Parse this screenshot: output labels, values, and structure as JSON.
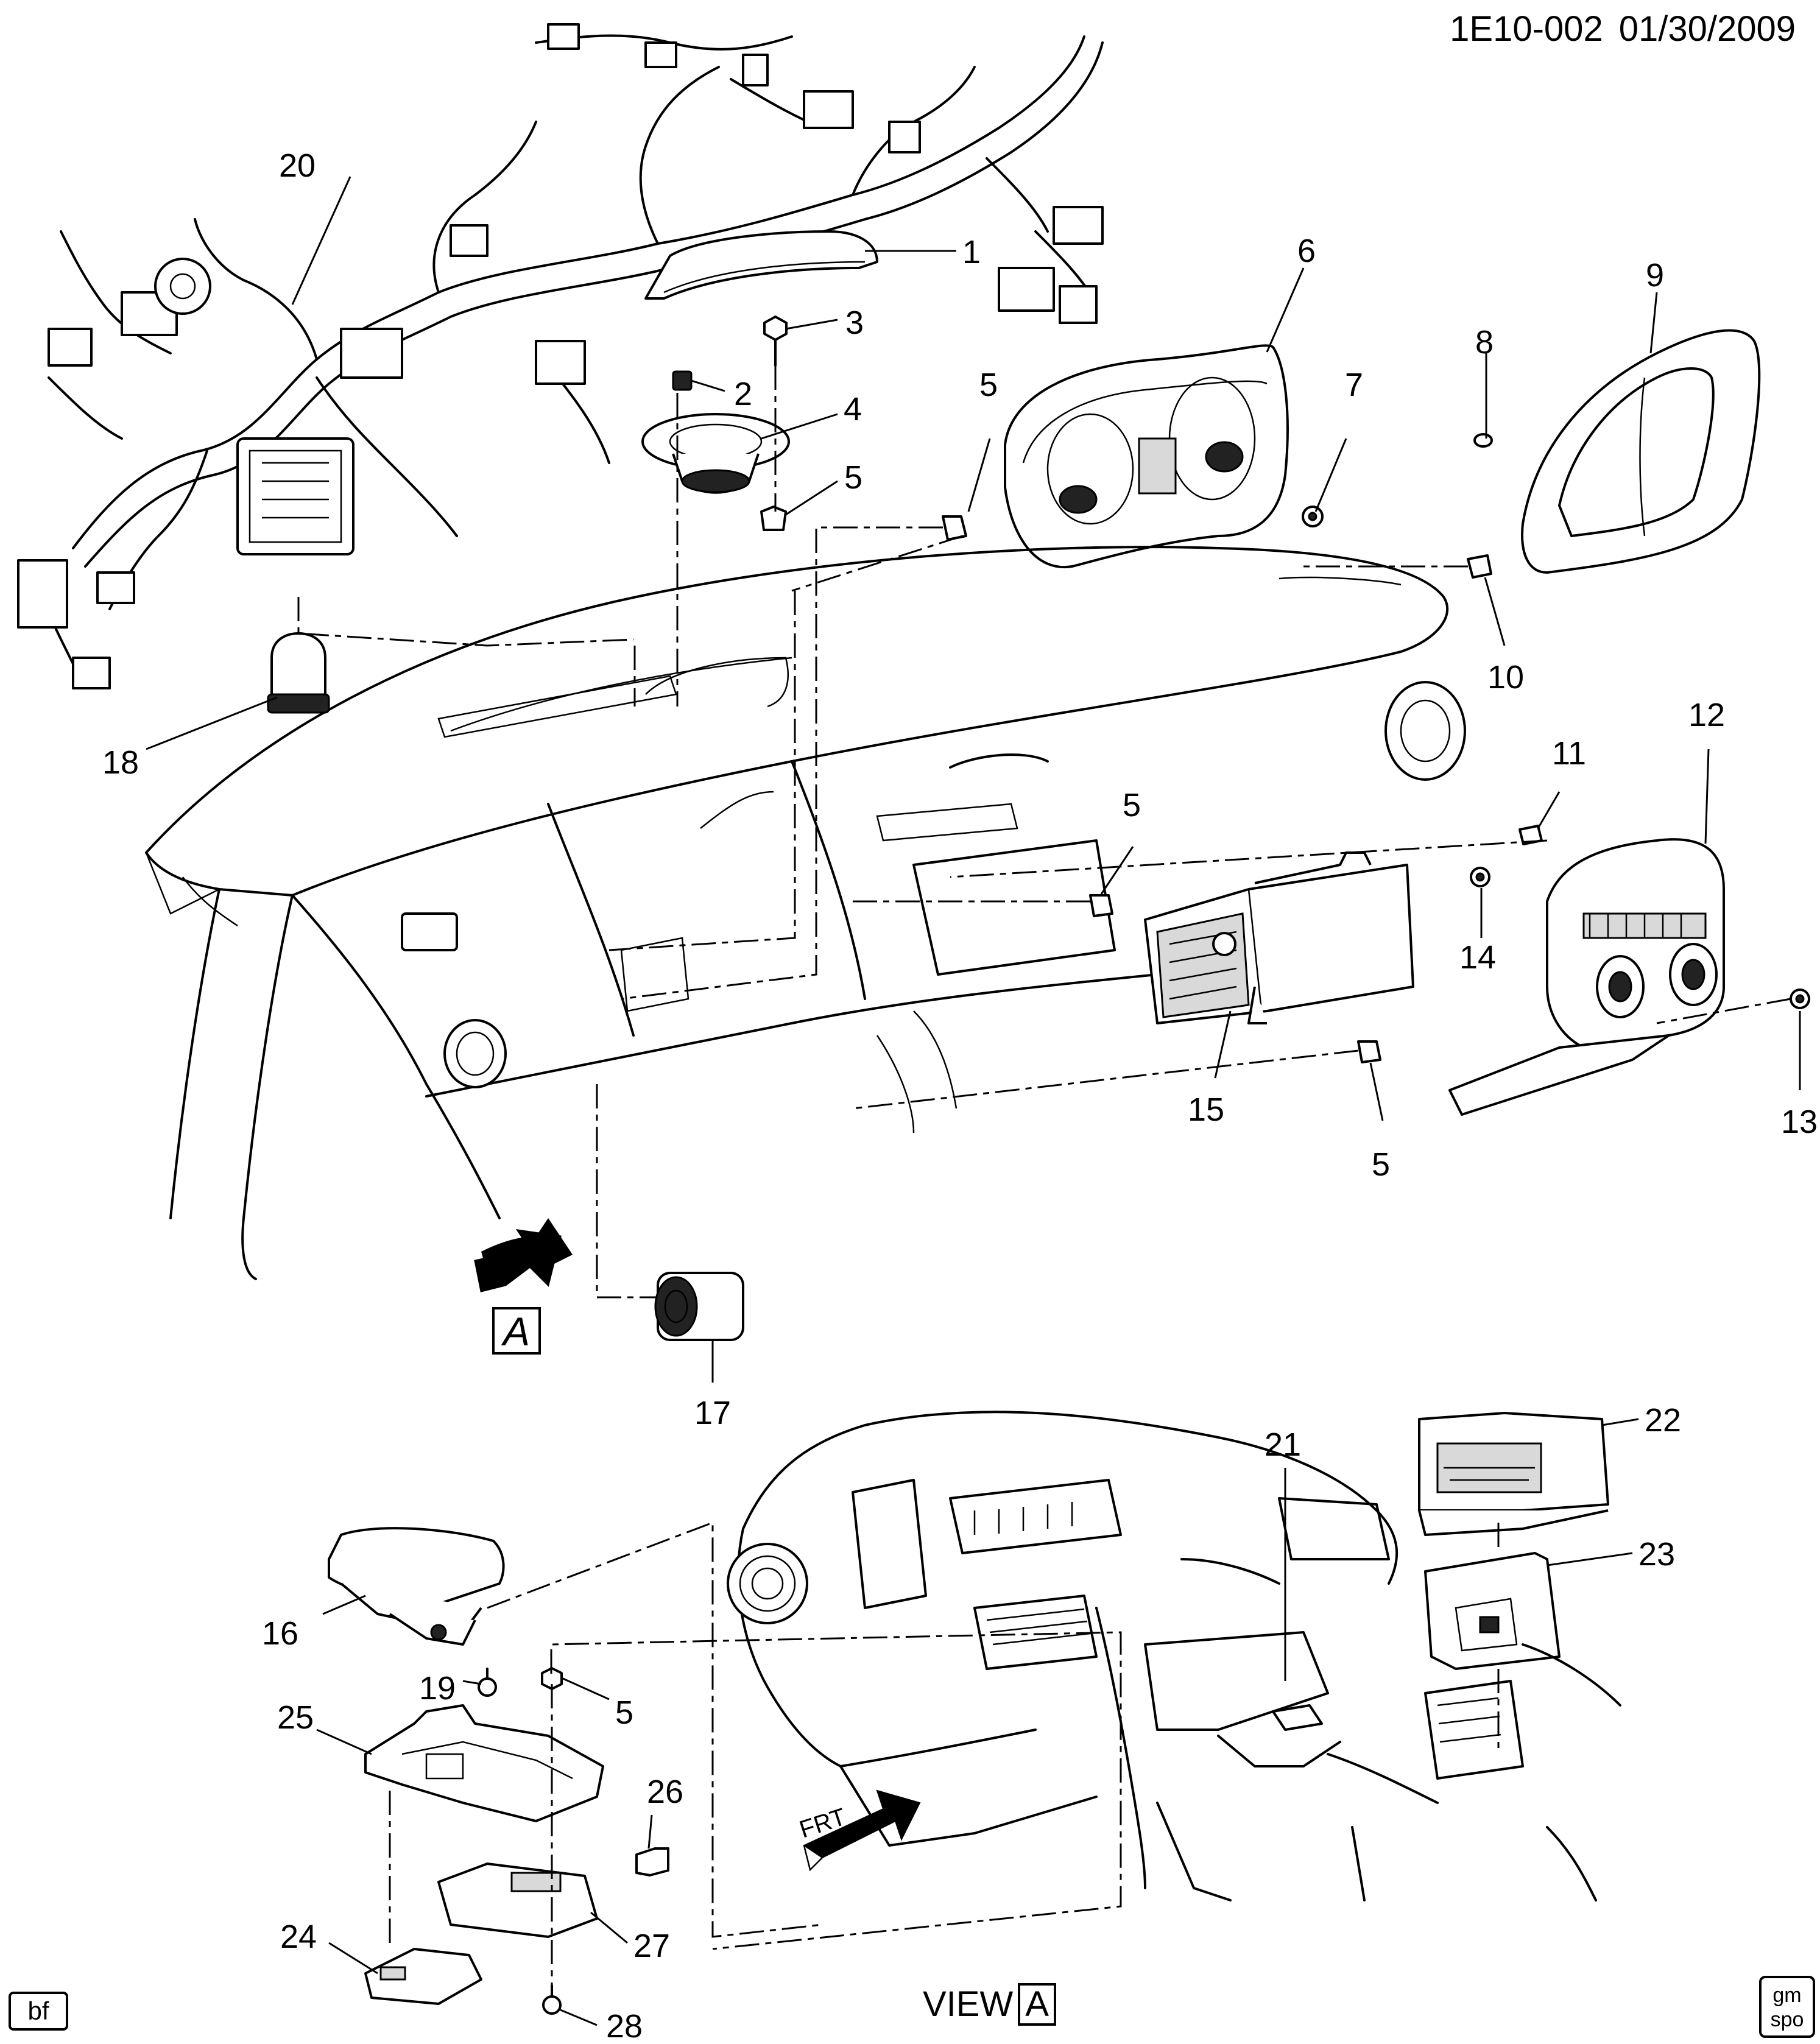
{
  "header": {
    "code": "1E10-002",
    "date": "01/30/2009"
  },
  "view_label": {
    "text": "VIEW",
    "letter": "A"
  },
  "arrow_label": "A",
  "frt_label": "FRT",
  "corner_tag": "bf",
  "logo_text": "gm spo",
  "callouts": [
    {
      "id": "c1",
      "text": "1"
    },
    {
      "id": "c2",
      "text": "2"
    },
    {
      "id": "c3",
      "text": "3"
    },
    {
      "id": "c4",
      "text": "4"
    },
    {
      "id": "c5a",
      "text": "5"
    },
    {
      "id": "c5b",
      "text": "5"
    },
    {
      "id": "c5c",
      "text": "5"
    },
    {
      "id": "c5d",
      "text": "5"
    },
    {
      "id": "c5e",
      "text": "5"
    },
    {
      "id": "c6",
      "text": "6"
    },
    {
      "id": "c7",
      "text": "7"
    },
    {
      "id": "c8",
      "text": "8"
    },
    {
      "id": "c9",
      "text": "9"
    },
    {
      "id": "c10",
      "text": "10"
    },
    {
      "id": "c11",
      "text": "11"
    },
    {
      "id": "c12",
      "text": "12"
    },
    {
      "id": "c13",
      "text": "13"
    },
    {
      "id": "c14",
      "text": "14"
    },
    {
      "id": "c15",
      "text": "15"
    },
    {
      "id": "c16",
      "text": "16"
    },
    {
      "id": "c17",
      "text": "17"
    },
    {
      "id": "c18",
      "text": "18"
    },
    {
      "id": "c19",
      "text": "19"
    },
    {
      "id": "c20",
      "text": "20"
    },
    {
      "id": "c21",
      "text": "21"
    },
    {
      "id": "c22",
      "text": "22"
    },
    {
      "id": "c23",
      "text": "23"
    },
    {
      "id": "c24",
      "text": "24"
    },
    {
      "id": "c25",
      "text": "25"
    },
    {
      "id": "c26",
      "text": "26"
    },
    {
      "id": "c27",
      "text": "27"
    },
    {
      "id": "c28",
      "text": "28"
    }
  ]
}
